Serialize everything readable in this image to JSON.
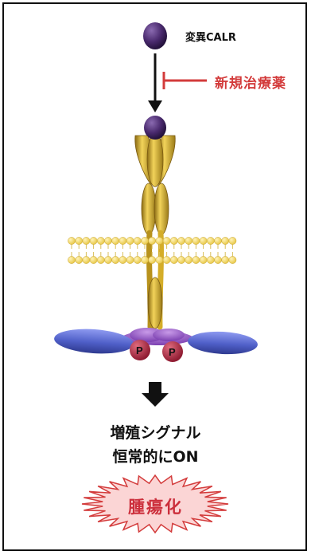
{
  "labels": {
    "mutant_calr": "変異CALR",
    "new_drug": "新規治療薬",
    "phospho_left": "P",
    "phospho_right": "P",
    "signal_line1": "増殖シグナル",
    "signal_line2": "恒常的にON",
    "outcome": "腫瘍化"
  },
  "colors": {
    "calr": "#4a2a6e",
    "receptor": "#d4ad28",
    "membrane": "#f7df7c",
    "jak": "#5d6ed0",
    "drug": "#d33b3b",
    "phospho": "#b5283f",
    "burst_fill": "#fbd5d5",
    "burst_stroke": "#d33b3b"
  },
  "icons": {
    "inhibition": "t-bar-inhibit-icon",
    "signal_arrow": "thick-down-arrow-icon",
    "outcome": "starburst-icon"
  }
}
